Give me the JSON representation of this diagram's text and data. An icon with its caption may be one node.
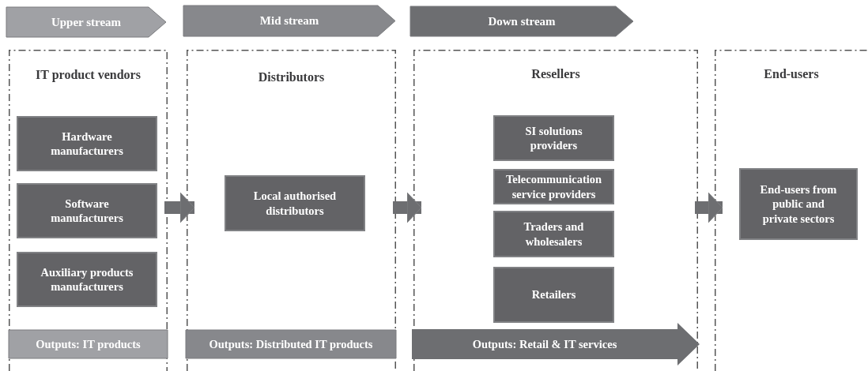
{
  "diagram": {
    "nodes": [
      {
        "text": [
          "Upper stream"
        ]
      },
      {
        "text": [
          "Mid stream"
        ]
      },
      {
        "text": [
          "Down stream"
        ]
      },
      {
        "text": [
          "IT product vendors"
        ]
      },
      {
        "text": [
          "Hardware manufacturers"
        ],
        "in": 3
      },
      {
        "text": [
          "Software manufacturers"
        ],
        "in": 3
      },
      {
        "text": [
          "Auxiliary products manufacturers"
        ],
        "in": 3
      },
      {
        "text": [
          "Outputs: IT products"
        ],
        "in": 3
      },
      {
        "text": [
          "Distributors"
        ]
      },
      {
        "text": [
          "Local authorised distributors"
        ],
        "in": 8
      },
      {
        "text": [
          "Outputs: Distributed IT products"
        ],
        "in": 8
      },
      {
        "text": [
          "Resellers"
        ]
      },
      {
        "text": [
          "SI solutions providers"
        ],
        "in": 11
      },
      {
        "text": [
          "Telecommunication service providers"
        ],
        "in": 11
      },
      {
        "text": [
          "Traders and wholesalers"
        ],
        "in": 11
      },
      {
        "text": [
          "Retailers"
        ],
        "in": 11
      },
      {
        "text": [
          "Outputs: Retail & IT services"
        ],
        "in": 11
      },
      {
        "text": [
          "End-users"
        ]
      },
      {
        "text": [
          "End-users from public and private sectors"
        ],
        "in": 17
      }
    ],
    "edges": [
      {
        "from": 3,
        "to": 8,
        "arrow": "to"
      },
      {
        "from": 8,
        "to": 11,
        "arrow": "to"
      },
      {
        "from": 11,
        "to": 17,
        "arrow": "to"
      }
    ]
  }
}
